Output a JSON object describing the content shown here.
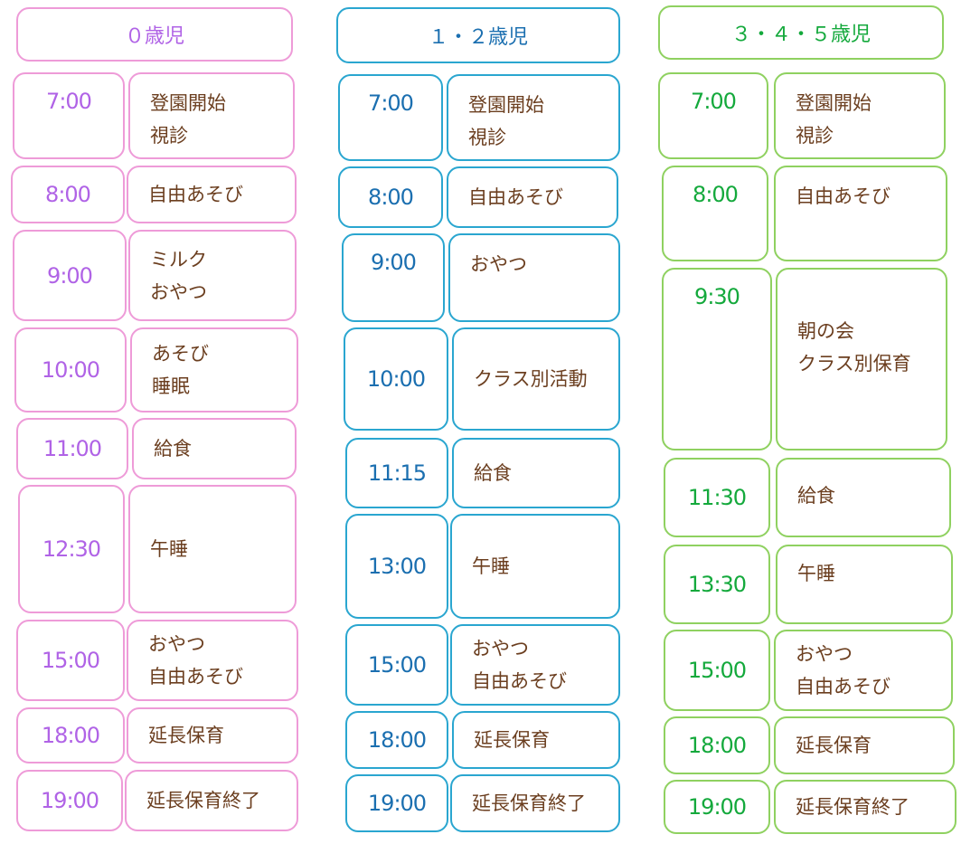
{
  "columns": [
    {
      "header": "０歳児",
      "rows": [
        {
          "time": "7:00",
          "lines": [
            "登園開始",
            "視診"
          ]
        },
        {
          "time": "8:00",
          "lines": [
            "自由あそび"
          ]
        },
        {
          "time": "9:00",
          "lines": [
            "ミルク",
            "おやつ"
          ]
        },
        {
          "time": "10:00",
          "lines": [
            "あそび",
            "睡眠"
          ]
        },
        {
          "time": "11:00",
          "lines": [
            "給食"
          ]
        },
        {
          "time": "12:30",
          "lines": [
            "午睡"
          ]
        },
        {
          "time": "15:00",
          "lines": [
            "おやつ",
            "自由あそび"
          ]
        },
        {
          "time": "18:00",
          "lines": [
            "延長保育"
          ]
        },
        {
          "time": "19:00",
          "lines": [
            "延長保育終了"
          ]
        }
      ]
    },
    {
      "header": "１・２歳児",
      "rows": [
        {
          "time": "7:00",
          "lines": [
            "登園開始",
            "視診"
          ]
        },
        {
          "time": "8:00",
          "lines": [
            "自由あそび"
          ]
        },
        {
          "time": "9:00",
          "lines": [
            "おやつ"
          ]
        },
        {
          "time": "10:00",
          "lines": [
            "クラス別活動"
          ]
        },
        {
          "time": "11:15",
          "lines": [
            "給食"
          ]
        },
        {
          "time": "13:00",
          "lines": [
            "午睡"
          ]
        },
        {
          "time": "15:00",
          "lines": [
            "おやつ",
            "自由あそび"
          ]
        },
        {
          "time": "18:00",
          "lines": [
            "延長保育"
          ]
        },
        {
          "time": "19:00",
          "lines": [
            "延長保育終了"
          ]
        }
      ]
    },
    {
      "header": "３・４・５歳児",
      "rows": [
        {
          "time": "7:00",
          "lines": [
            "登園開始",
            "視診"
          ]
        },
        {
          "time": "8:00",
          "lines": [
            "自由あそび"
          ]
        },
        {
          "time": "9:30",
          "lines": [
            "朝の会",
            "クラス別保育"
          ]
        },
        {
          "time": "11:30",
          "lines": [
            "給食"
          ]
        },
        {
          "time": "13:30",
          "lines": [
            "午睡"
          ]
        },
        {
          "time": "15:00",
          "lines": [
            "おやつ",
            "自由あそび"
          ]
        },
        {
          "time": "18:00",
          "lines": [
            "延長保育"
          ]
        },
        {
          "time": "19:00",
          "lines": [
            "延長保育終了"
          ]
        }
      ]
    }
  ]
}
